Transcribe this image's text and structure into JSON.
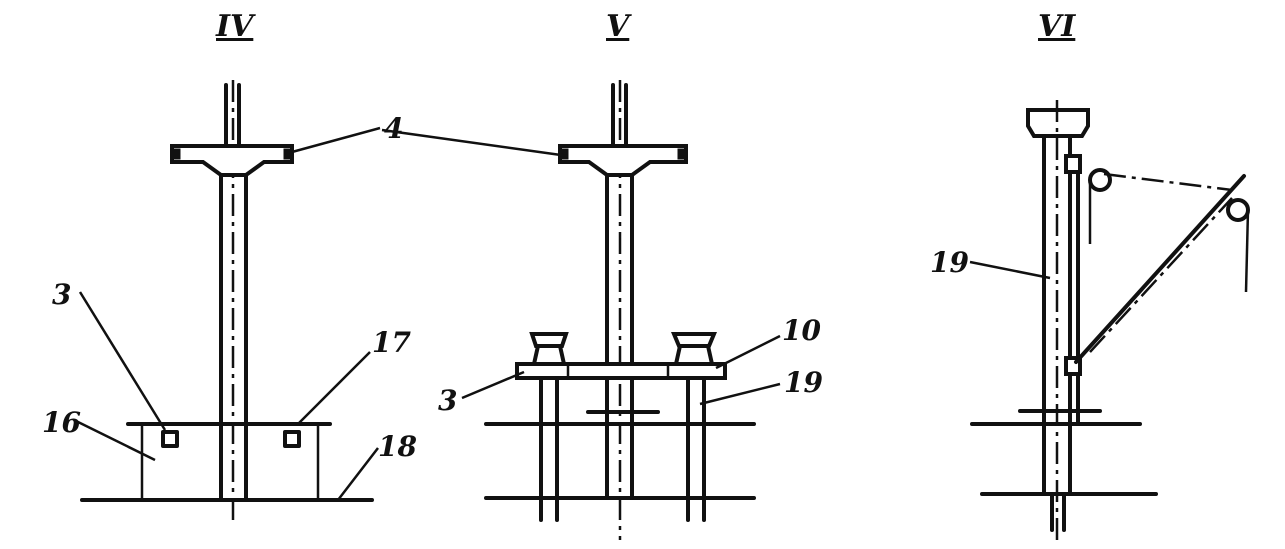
{
  "views": [
    {
      "id": "IV",
      "label": "IV"
    },
    {
      "id": "V",
      "label": "V"
    },
    {
      "id": "VI",
      "label": "VI"
    }
  ],
  "callouts": {
    "iv_4": "4",
    "iv_3": "3",
    "iv_17": "17",
    "iv_16": "16",
    "iv_18": "18",
    "v_10": "10",
    "v_3": "3",
    "v_19": "19",
    "vi_19": "19"
  }
}
